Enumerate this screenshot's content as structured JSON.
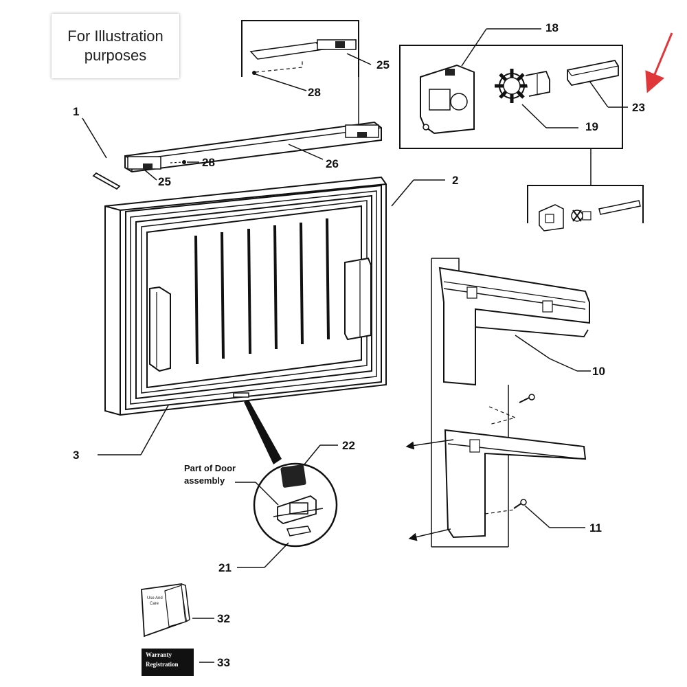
{
  "note": {
    "line1": "For Illustration",
    "line2": "purposes"
  },
  "callouts": {
    "p1": "1",
    "p2": "2",
    "p3": "3",
    "p10": "10",
    "p11": "11",
    "p18": "18",
    "p19": "19",
    "p21": "21",
    "p22": "22",
    "p23": "23",
    "p25_top": "25",
    "p25_bottom": "25",
    "p26": "26",
    "p28_top": "28",
    "p28_bottom": "28",
    "p32": "32",
    "p33": "33"
  },
  "labels": {
    "door_assembly_line1": "Part of Door",
    "door_assembly_line2": "assembly"
  },
  "manual_cover": {
    "line1": "Use And",
    "line2": "Care"
  },
  "warranty_badge": {
    "line1": "Warranty",
    "line2": "Registration"
  },
  "colors": {
    "ink": "#111111",
    "arrow": "#e0373b",
    "background": "#ffffff"
  }
}
